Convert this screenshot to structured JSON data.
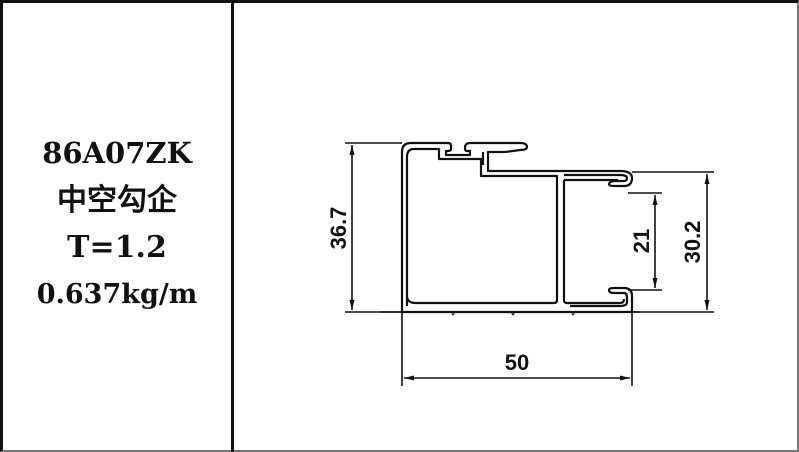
{
  "profile": {
    "model_code": "86A07ZK",
    "name_cn": "中空勾企",
    "thickness": "T=1.2",
    "weight": "0.637kg/m"
  },
  "dimensions": {
    "overall_height": "36.7",
    "overall_width": "50",
    "slot_height": "21",
    "right_height": "30.2"
  },
  "colors": {
    "line": "#111111",
    "background": "#ffffff"
  }
}
